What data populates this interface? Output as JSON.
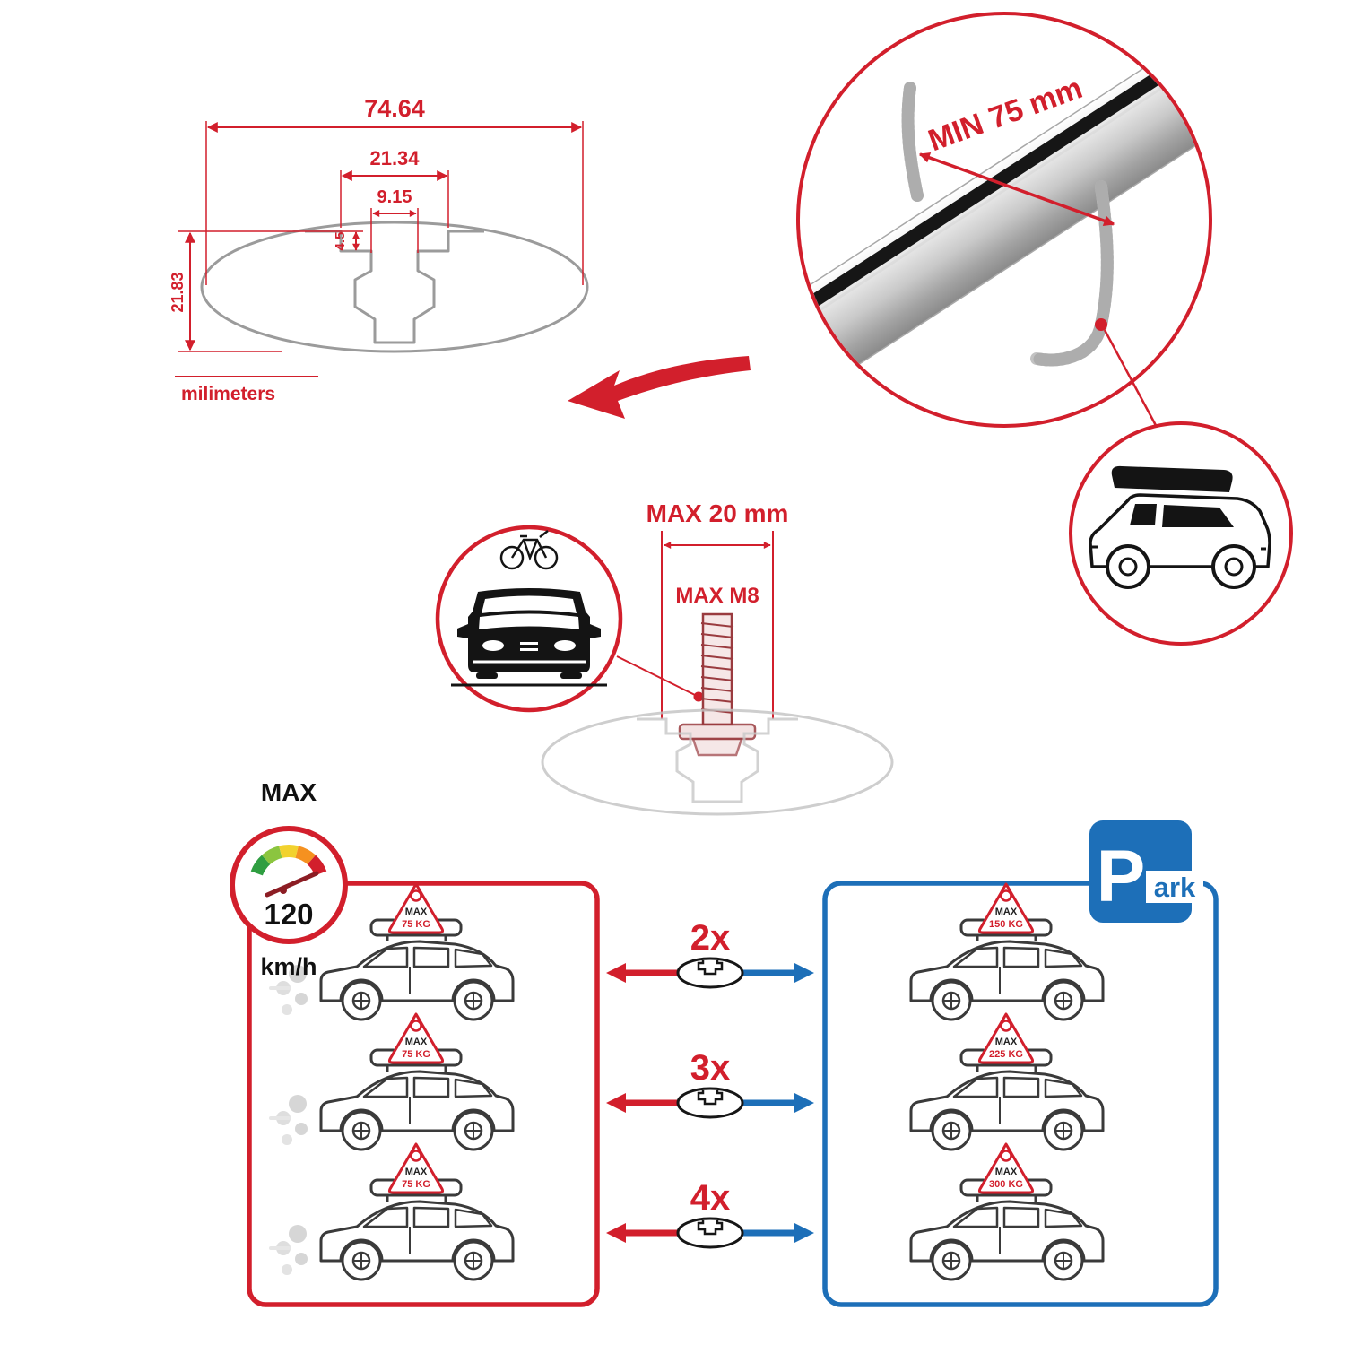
{
  "palette": {
    "red": "#d21f2c",
    "blue": "#1d6fb8",
    "gray": "#9b9b9b",
    "dark": "#161616"
  },
  "cross_section": {
    "total_width": "74.64",
    "slot_width": "21.34",
    "channel_width": "9.15",
    "lip_depth": "4.5",
    "total_height": "21.83",
    "units_label": "milimeters"
  },
  "bar_detail": {
    "min_clamp_span": "MIN 75 mm"
  },
  "mounting": {
    "max_bolt_length": "MAX 20 mm",
    "max_thread": "MAX M8"
  },
  "speed_limit": {
    "title": "MAX",
    "value": "120",
    "unit": "km/h"
  },
  "comparison": {
    "multipliers": [
      "2x",
      "3x",
      "4x"
    ],
    "moving_cars": [
      {
        "badge_title": "MAX",
        "badge_value": "75 KG"
      },
      {
        "badge_title": "MAX",
        "badge_value": "75 KG"
      },
      {
        "badge_title": "MAX",
        "badge_value": "75 KG"
      }
    ],
    "parked_cars": [
      {
        "badge_title": "MAX",
        "badge_value": "150 KG"
      },
      {
        "badge_title": "MAX",
        "badge_value": "225 KG"
      },
      {
        "badge_title": "MAX",
        "badge_value": "300 KG"
      }
    ],
    "park_sign": {
      "letter": "P",
      "rest": "ark"
    }
  }
}
